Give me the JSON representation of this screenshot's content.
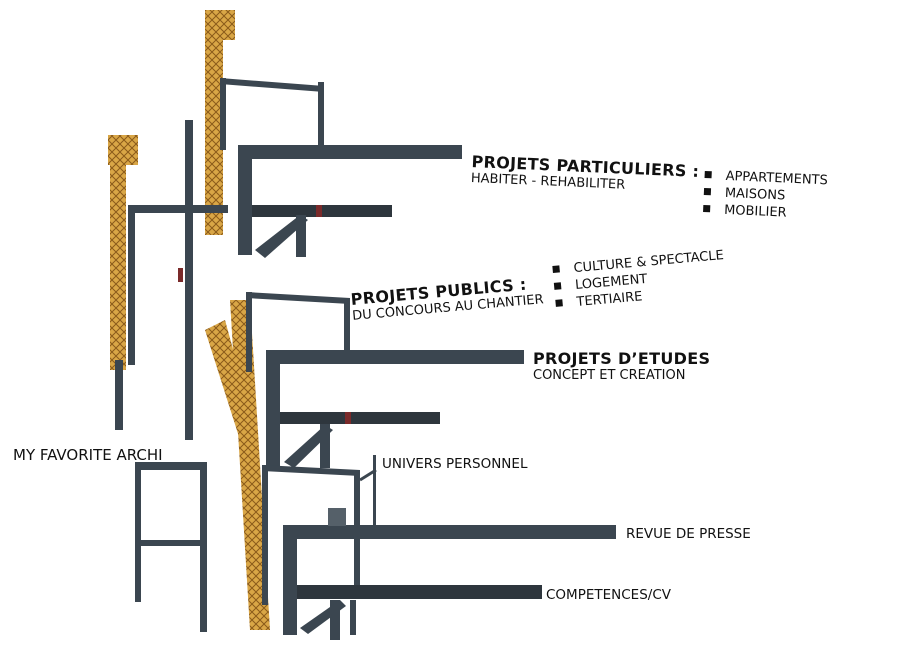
{
  "particuliers": {
    "title": "PROJETS PARTICULIERS :",
    "subtitle": "HABITER - REHABILITER",
    "items": [
      "APPARTEMENTS",
      "MAISONS",
      "MOBILIER"
    ]
  },
  "publics": {
    "title": "PROJETS PUBLICS :",
    "subtitle": "DU CONCOURS AU CHANTIER",
    "items": [
      "CULTURE & SPECTACLE",
      "LOGEMENT",
      "TERTIAIRE"
    ]
  },
  "etudes": {
    "title": "PROJETS D’ETUDES",
    "subtitle": "CONCEPT ET CREATION"
  },
  "nav": {
    "favorite": "MY FAVORITE ARCHI",
    "univers": "UNIVERS PERSONNEL",
    "presse": "REVUE DE PRESSE",
    "cv": "COMPETENCES/CV"
  },
  "colors": {
    "steel": "#3b4650",
    "crane": "#d29a3a",
    "red": "#7a2a2a"
  }
}
